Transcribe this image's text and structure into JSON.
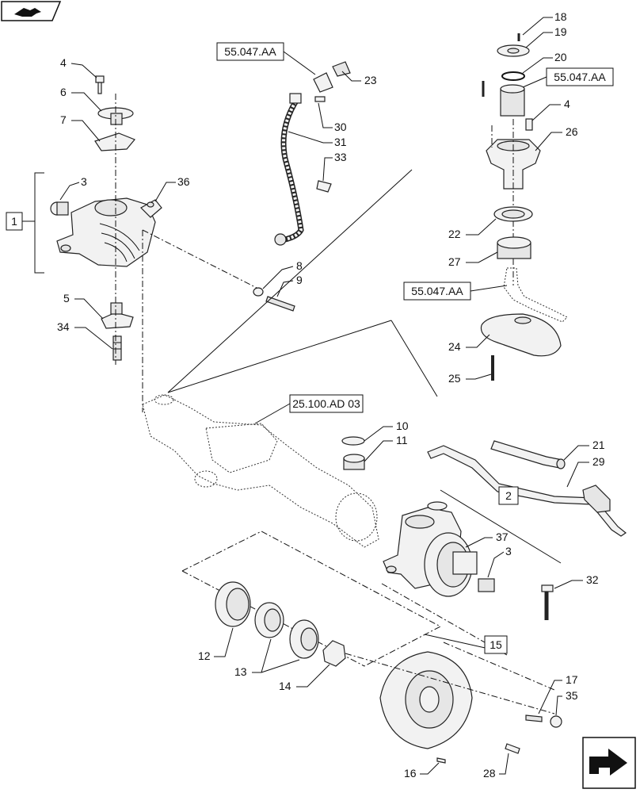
{
  "refs": [
    {
      "id": "ref-55047aa-top",
      "text": "55.047.AA"
    },
    {
      "id": "ref-55047aa-right",
      "text": "55.047.AA"
    },
    {
      "id": "ref-55047aa-mid",
      "text": "55.047.AA"
    },
    {
      "id": "ref-25100ad03",
      "text": "25.100.AD 03"
    }
  ],
  "group_boxes": [
    {
      "id": "group-1",
      "text": "1"
    },
    {
      "id": "group-2",
      "text": "2"
    },
    {
      "id": "group-15",
      "text": "15"
    }
  ],
  "callouts": [
    "4",
    "6",
    "7",
    "3",
    "36",
    "5",
    "34",
    "8",
    "9",
    "23",
    "30",
    "31",
    "33",
    "18",
    "19",
    "20",
    "4",
    "26",
    "22",
    "27",
    "24",
    "25",
    "10",
    "11",
    "21",
    "29",
    "37",
    "3",
    "32",
    "12",
    "13",
    "14",
    "17",
    "35",
    "16",
    "28"
  ],
  "icons": {
    "top_left": "hand-arrow-icon",
    "bottom_right": "next-page-arrow-icon"
  }
}
